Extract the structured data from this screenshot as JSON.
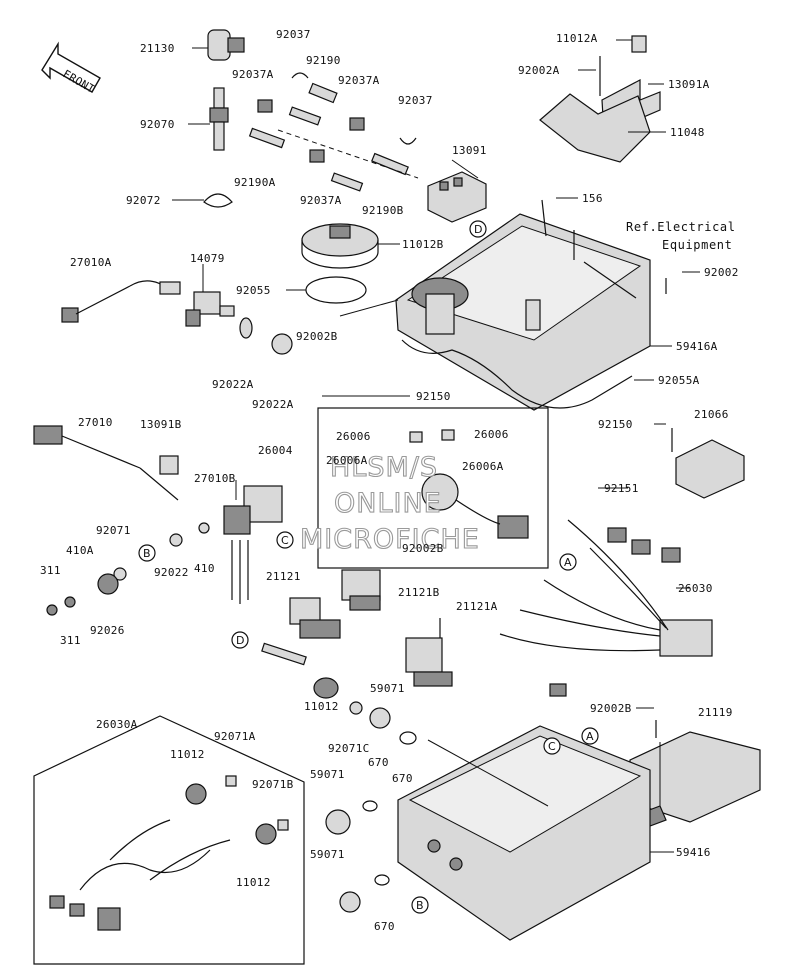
{
  "direction_tag": "FRONT",
  "watermark": {
    "line1": "HLSM/S",
    "line2": "ONLINE",
    "line3": "MICROFICHE"
  },
  "reference_note": {
    "line1": "Ref.Electrical",
    "line2": "Equipment"
  },
  "callout_letters": {
    "a": "A",
    "b": "B",
    "c": "C",
    "d": "D"
  },
  "parts": {
    "p21130": "21130",
    "p92037_top": "92037",
    "p92190_top": "92190",
    "p92037A_left": "92037A",
    "p92037A_mid": "92037A",
    "p92037_right": "92037",
    "p92070": "92070",
    "p13091": "13091",
    "p92190A": "92190A",
    "p92037A_low": "92037A",
    "p92190B": "92190B",
    "p92072": "92072",
    "p11012B": "11012B",
    "p11012A": "11012A",
    "p92002A": "92002A",
    "p13091A": "13091A",
    "p11048": "11048",
    "p156": "156",
    "p27010A": "27010A",
    "p14079": "14079",
    "p92002": "92002",
    "p92055": "92055",
    "p92002B_top": "92002B",
    "p59416A": "59416A",
    "p92022A_left": "92022A",
    "p92022A_right": "92022A",
    "p92055A": "92055A",
    "p92150_mid": "92150",
    "p92150_right": "92150",
    "p21066": "21066",
    "p27010": "27010",
    "p13091B": "13091B",
    "p26004": "26004",
    "p26006_left": "26006",
    "p26006_right": "26006",
    "p26006A_left": "26006A",
    "p26006A_right": "26006A",
    "p27010B": "27010B",
    "p92151": "92151",
    "p92071": "92071",
    "p410A": "410A",
    "p311_top": "311",
    "p311_bot": "311",
    "p92026": "92026",
    "p92022": "92022",
    "p410": "410",
    "p92002B_mid": "92002B",
    "p21121": "21121",
    "p21121B": "21121B",
    "p21121A": "21121A",
    "p26030": "26030",
    "p92002B_right": "92002B",
    "p21119": "21119",
    "p59071_top": "59071",
    "p11012_mid": "11012",
    "p92071C": "92071C",
    "p670_top": "670",
    "p670_mid": "670",
    "p670_bot": "670",
    "p59071_mid": "59071",
    "p59071_bot": "59071",
    "p59416": "59416",
    "p26030A": "26030A",
    "p92071A": "92071A",
    "p11012_left": "11012",
    "p92071B": "92071B",
    "p11012_right": "11012"
  }
}
